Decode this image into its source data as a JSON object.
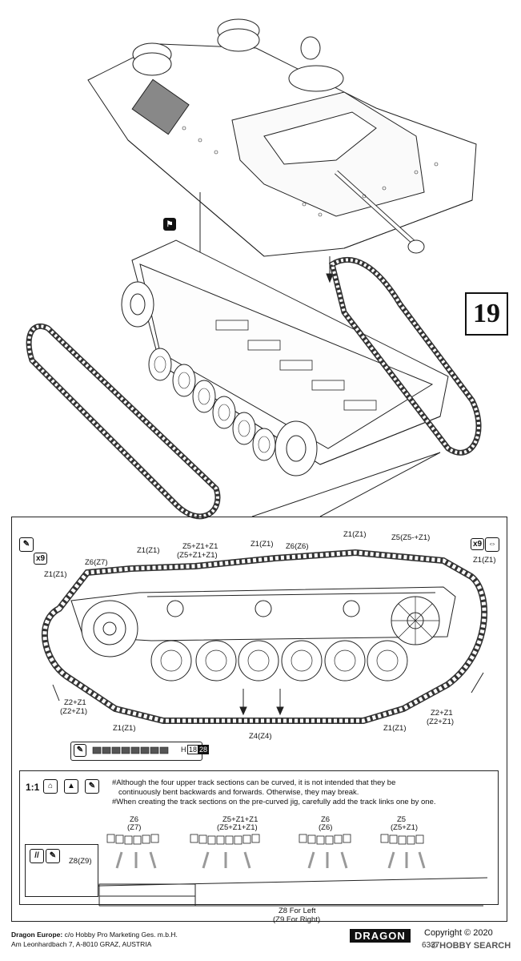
{
  "step_number": "19",
  "upper_scale_icon": "glue-icon",
  "panel": {
    "labels": {
      "z1_left_top": "Z1(Z1)",
      "z6_z7": "Z6(Z7)",
      "z1_top_a": "Z1(Z1)",
      "z5z1z1_line1": "Z5+Z1+Z1",
      "z5z1z1_line2": "(Z5+Z1+Z1)",
      "z1_top_b": "Z1(Z1)",
      "z6_z6": "Z6(Z6)",
      "z1_top_c": "Z1(Z1)",
      "z5_line": "Z5(Z5-+Z1)",
      "z1_right_top": "Z1(Z1)",
      "z2z1_left_1": "Z2+Z1",
      "z2z1_left_2": "(Z2+Z1)",
      "z1_bottom_left": "Z1(Z1)",
      "z4": "Z4(Z4)",
      "z1_bottom_right": "Z1(Z1)",
      "z2z1_right_1": "Z2+Z1",
      "z2z1_right_2": "(Z2+Z1)"
    },
    "x9_left": "x9",
    "x9_right": "x9",
    "sprue_tag": "H",
    "sprue_nums": [
      "18",
      "28"
    ]
  },
  "notes": {
    "scale": "1:1",
    "line1": "#Although the four upper track sections can be curved, it is not intended that they be",
    "line2": "continuously bent backwards and forwards. Otherwise, they may break.",
    "line3": "#When creating the track sections on the pre-curved jig, carefully add the track links one by one."
  },
  "jig": {
    "g1_a": "Z6",
    "g1_b": "(Z7)",
    "g2_a": "Z5+Z1+Z1",
    "g2_b": "(Z5+Z1+Z1)",
    "g3_a": "Z6",
    "g3_b": "(Z6)",
    "g4_a": "Z5",
    "g4_b": "(Z5+Z1)",
    "z8": "Z8(Z9)",
    "bottom_1": "Z8 For Left",
    "bottom_2": "(Z9 For Right)"
  },
  "footer": {
    "line1_bold": "Dragon Europe:",
    "line1_rest": " c/o Hobby Pro Marketing Ges. m.b.H.",
    "line2": "Am Leonhardbach 7, A-8010 GRAZ, AUSTRIA",
    "logo": "DRAGON",
    "copyright": "Copyright © 2020",
    "code": "6337",
    "watermark": "© HOBBY SEARCH"
  }
}
